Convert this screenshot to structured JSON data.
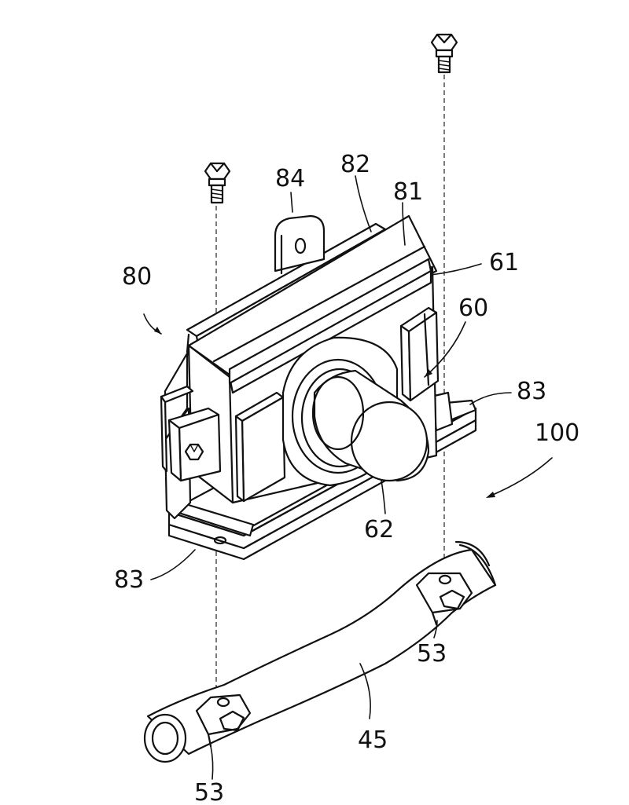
{
  "labels": {
    "l80": "80",
    "l84": "84",
    "l82": "82",
    "l81": "81",
    "l61": "61",
    "l60": "60",
    "l83_right": "83",
    "l100": "100",
    "l62": "62",
    "l83_left": "83",
    "l53_right": "53",
    "l45": "45",
    "l53_bottom": "53"
  },
  "colors": {
    "ink": "#111111",
    "background": "#ffffff"
  }
}
